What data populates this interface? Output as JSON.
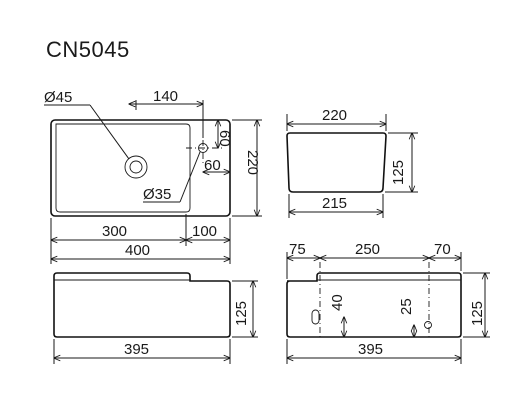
{
  "title": "CN5045",
  "top_view": {
    "hole_diameter": "Ø45",
    "hole_offset": "140",
    "tap_edge_dim": "60",
    "tap_side_dim": "60",
    "tap_diameter": "Ø35",
    "depth": "220",
    "bowl_width": "300",
    "deck_width": "100",
    "overall_width": "400"
  },
  "side_view": {
    "top_width": "220",
    "bottom_width": "215",
    "height": "125"
  },
  "front_view": {
    "width": "395",
    "height": "125"
  },
  "rear_view": {
    "left_offset": "75",
    "spacing": "250",
    "right_offset": "70",
    "left_hole_height": "40",
    "right_hole_height": "25",
    "width": "395",
    "height": "125"
  }
}
